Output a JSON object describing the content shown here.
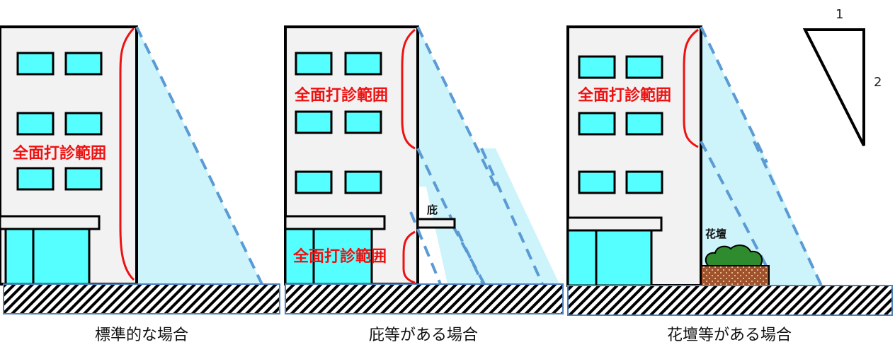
{
  "panels": [
    {
      "caption": "標準的な場合",
      "labels": [
        "全面打診範囲"
      ]
    },
    {
      "caption": "庇等がある場合",
      "labels": [
        "全面打診範囲",
        "全面打診範囲"
      ],
      "obstacle_label": "庇"
    },
    {
      "caption": "花壇等がある場合",
      "labels": [
        "全面打診範囲"
      ],
      "obstacle_label": "花壇"
    }
  ],
  "ratio": {
    "horizontal": "1",
    "vertical": "2"
  },
  "colors": {
    "building_fill": "#f2f2f2",
    "window_fill": "#55ffff",
    "shadow_fill": "#cdf3fb",
    "dashed_line": "#5b9bd5",
    "bracket": "#ee1111",
    "ground_border": "#4f81bd",
    "shrub": "#2e8b2e",
    "planter": "#a0522d"
  }
}
